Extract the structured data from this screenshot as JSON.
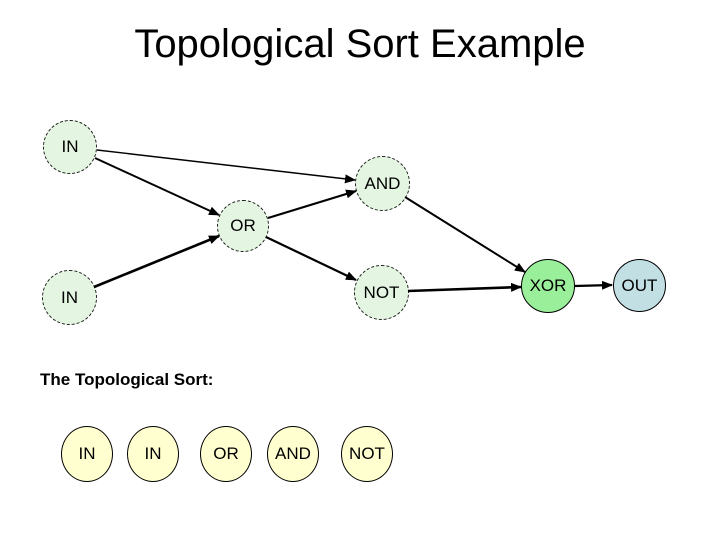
{
  "slide": {
    "title": "Topological Sort Example",
    "background_color": "#ffffff",
    "text_color": "#000000"
  },
  "graph": {
    "node_fill_default": "#e4f6e2",
    "node_fill_xor": "#9aef9a",
    "node_fill_out": "#c2dfe3",
    "edge_color": "#000000",
    "nodes": [
      {
        "id": "in-top",
        "label": "IN",
        "border": "dashed"
      },
      {
        "id": "and",
        "label": "AND",
        "border": "dashed"
      },
      {
        "id": "or",
        "label": "OR",
        "border": "dashed"
      },
      {
        "id": "not",
        "label": "NOT",
        "border": "dashed"
      },
      {
        "id": "in-bottom",
        "label": "IN",
        "border": "dashed"
      },
      {
        "id": "xor",
        "label": "XOR",
        "border": "solid"
      },
      {
        "id": "out",
        "label": "OUT",
        "border": "solid"
      }
    ],
    "edges": [
      {
        "from": "in-top",
        "to": "and"
      },
      {
        "from": "in-top",
        "to": "or"
      },
      {
        "from": "in-bottom",
        "to": "or"
      },
      {
        "from": "or",
        "to": "and"
      },
      {
        "from": "or",
        "to": "not"
      },
      {
        "from": "and",
        "to": "xor"
      },
      {
        "from": "not",
        "to": "xor"
      },
      {
        "from": "xor",
        "to": "out"
      }
    ]
  },
  "sort_result": {
    "heading": "The Topological Sort:",
    "node_fill": "#ffffd0",
    "sequence": [
      {
        "label": "IN"
      },
      {
        "label": "IN"
      },
      {
        "label": "OR"
      },
      {
        "label": "AND"
      },
      {
        "label": "NOT"
      }
    ]
  }
}
